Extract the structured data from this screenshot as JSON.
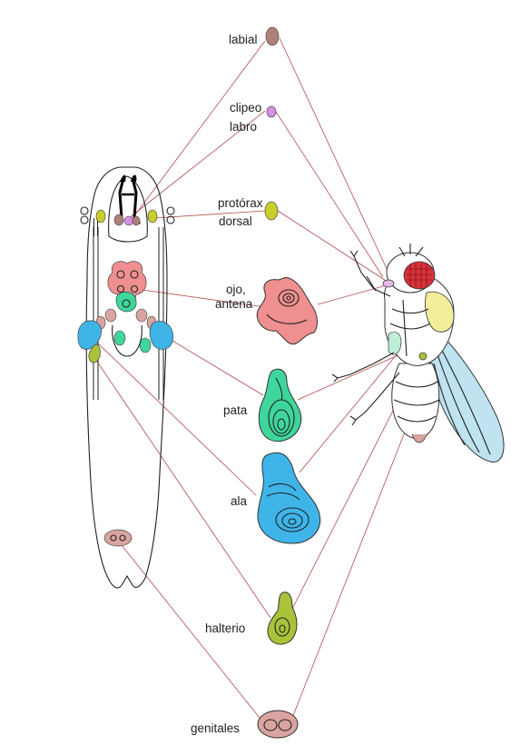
{
  "labels": {
    "labial": "labial",
    "clipeo": "clipeo",
    "labro": "labro",
    "protorax": "protórax",
    "dorsal": "dorsal",
    "ojo": "ojo,",
    "antena": "antena",
    "pata": "pata",
    "ala": "ala",
    "halterio": "halterio",
    "genitales": "genitales"
  },
  "colors": {
    "labial": "#b07f7b",
    "clipeo": "#d98ee6",
    "protorax": "#c9cf2a",
    "ojo_antena": "#ef8f8f",
    "pata": "#3ed69a",
    "ala": "#3fb4e8",
    "halterio": "#a8c23a",
    "genitales": "#d9a3a0",
    "fly_eye": "#d8323a",
    "fly_thorax": "#f2ee9a",
    "fly_wing": "#bfe3f0",
    "connector": "#b24a4a"
  }
}
